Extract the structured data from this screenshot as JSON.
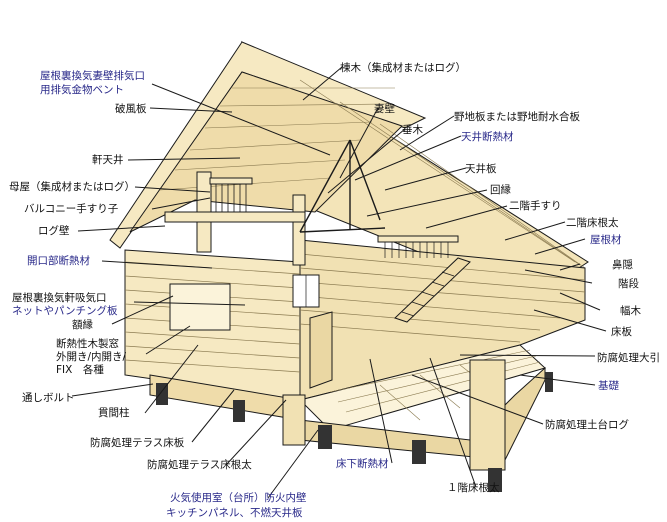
{
  "colors": {
    "wood": "#f6e9c2",
    "wood_dark": "#ead7a3",
    "line": "#1a1a1a",
    "black_label": "#111111",
    "blue_label": "#2a2a8a",
    "post": "#333333"
  },
  "labels": {
    "roof_vent_1": "屋根裏換気妻壁排気口",
    "roof_vent_2": "用排気金物ベント",
    "barge_board": "破風板",
    "soffit": "軒天井",
    "hip_rafter": "母屋（集成材またはログ）",
    "balcony_spindle": "バルコニー手すり子",
    "log_wall": "ログ壁",
    "opening_insulation": "開口部断熱材",
    "eave_intake_1": "屋根裏換気軒吸気口",
    "eave_intake_2": "ネットやパンチング板",
    "frame_trim": "額縁",
    "window_1": "断熱性木製窓",
    "window_2": "外開き/内開き/",
    "window_3": "FIX　各種",
    "through_bolt": "通しボルト",
    "girder_post": "貫間柱",
    "terrace_floor": "防腐処理テラス床板",
    "terrace_joist": "防腐処理テラス床根太",
    "fire_wall_1": "火気使用室（台所）防火内壁",
    "fire_wall_2": "キッチンパネル、不燃天井板",
    "ridge": "棟木（集成材またはログ）",
    "gable": "妻壁",
    "rafter": "垂木",
    "sheathing": "野地板または野地耐水合板",
    "ceiling_insulation": "天井断熱材",
    "ceiling_board": "天井板",
    "gallery": "回縁",
    "second_handrail": "二階手すり",
    "second_joist": "二階床根太",
    "roof_timber": "屋根材",
    "nose_cover": "鼻隠",
    "stairs": "階段",
    "width_timber": "幅木",
    "floor_board": "床板",
    "rot_sleeper": "防腐処理大引",
    "foundation": "基礎",
    "sill_log": "防腐処理土台ログ",
    "floor_insulation": "床下断熱材",
    "first_joist": "１階床根太"
  }
}
